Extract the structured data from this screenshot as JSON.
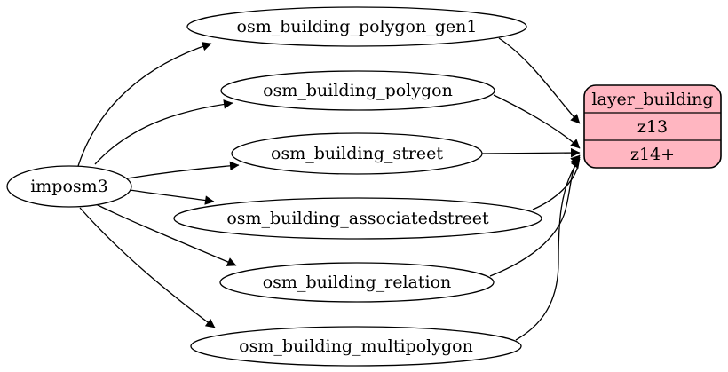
{
  "diagram": {
    "background_color": "#ffffff",
    "edge_color": "#000000",
    "nodes": {
      "source": {
        "label": "imposm3"
      },
      "tables": [
        {
          "label": "osm_building_polygon_gen1",
          "feeds": "z13"
        },
        {
          "label": "osm_building_polygon",
          "feeds": "z14+"
        },
        {
          "label": "osm_building_street",
          "feeds": "z14+"
        },
        {
          "label": "osm_building_associatedstreet",
          "feeds": "z14+"
        },
        {
          "label": "osm_building_relation",
          "feeds": "z14+"
        },
        {
          "label": "osm_building_multipolygon",
          "feeds": "z14+"
        }
      ],
      "layer": {
        "title": "layer_building",
        "rows": [
          {
            "label": "z13"
          },
          {
            "label": "z14+"
          }
        ],
        "fill": "#ffb6c1",
        "stroke": "#000000"
      }
    }
  }
}
